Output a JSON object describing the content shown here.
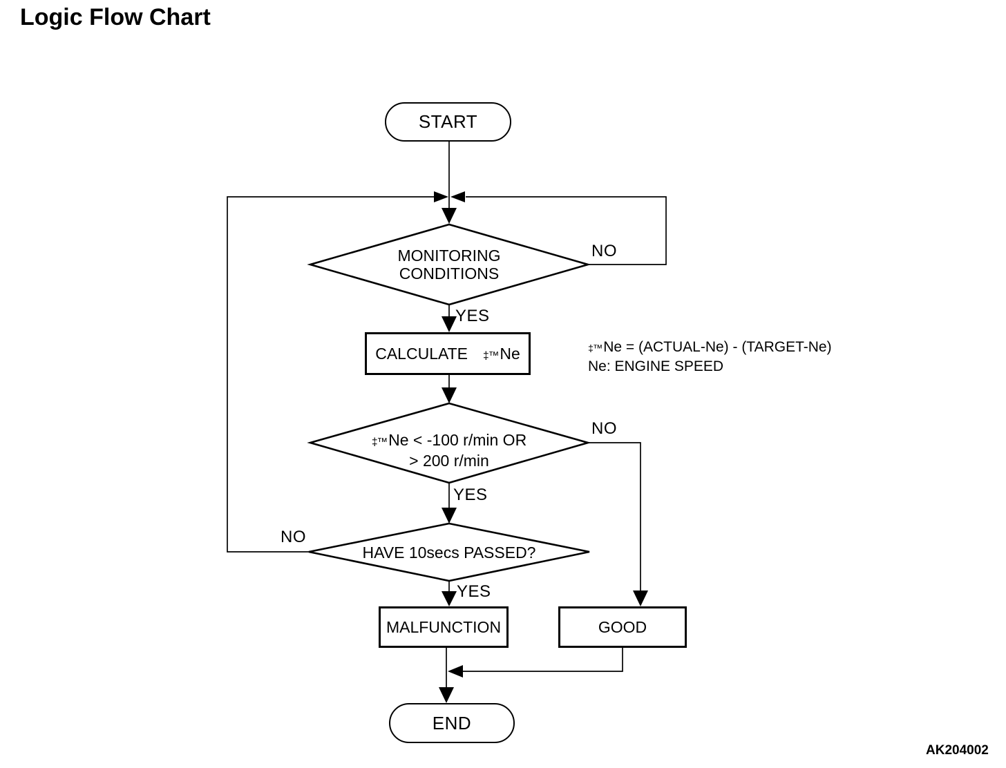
{
  "page": {
    "title": "Logic Flow Chart",
    "figure_code": "AK204002",
    "colors": {
      "ink": "#000000",
      "background": "#ffffff"
    }
  },
  "nodes": {
    "start": {
      "label": "START"
    },
    "monitoring_decision": {
      "line1": "MONITORING",
      "line2": "CONDITIONS"
    },
    "calculate_process": {
      "verb": "CALCULATE",
      "delta_symbol": "‡™",
      "operand": "Ne"
    },
    "threshold_decision": {
      "delta_symbol": "‡™",
      "condition_line1": "Ne < -100 r/min OR",
      "condition_line2": "> 200 r/min"
    },
    "timer_decision": {
      "label": "HAVE 10secs PASSED?"
    },
    "malfunction_process": {
      "label": "MALFUNCTION"
    },
    "good_process": {
      "label": "GOOD"
    },
    "end": {
      "label": "END"
    }
  },
  "edge_labels": {
    "monitoring_no": "NO",
    "monitoring_yes": "YES",
    "threshold_no": "NO",
    "threshold_yes": "YES",
    "timer_no": "NO",
    "timer_yes": "YES"
  },
  "note": {
    "delta_symbol": "‡™",
    "formula": "Ne = (ACTUAL-Ne) - (TARGET-Ne)",
    "definition": "Ne: ENGINE SPEED"
  }
}
